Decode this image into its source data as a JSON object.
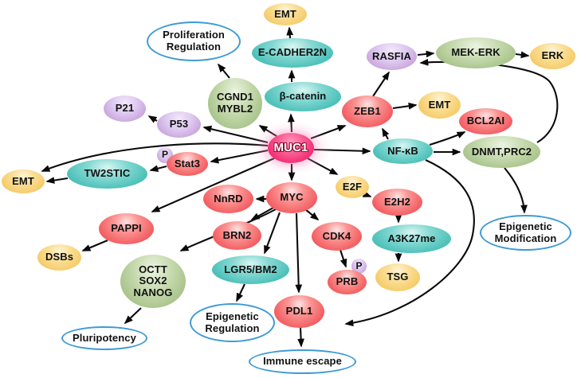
{
  "palette": {
    "node_red": "#f35f63",
    "node_teal": "#46beb6",
    "node_yellow": "#f4c964",
    "node_green": "#a4c086",
    "node_purple": "#c7a0da",
    "muc1_pink": "#f22b72",
    "outcome_border_blue": "#3e9bd4",
    "arrow_black": "#0a0a0a"
  },
  "nodes": [
    {
      "id": "emt-top",
      "label": "EMT",
      "kind": "yellow"
    },
    {
      "id": "e-cadher2n",
      "label": "E-CADHER2N",
      "kind": "teal"
    },
    {
      "id": "rasfia",
      "label": "RASFIA",
      "kind": "purple"
    },
    {
      "id": "mek-erk",
      "label": "MEK-ERK",
      "kind": "green"
    },
    {
      "id": "erk",
      "label": "ERK",
      "kind": "yellow"
    },
    {
      "id": "proliferation-regulation",
      "label": "Proliferation\nRegulation",
      "kind": "outcome"
    },
    {
      "id": "cgnd1-mybl2",
      "label": "CGND1\nMYBL2",
      "kind": "green"
    },
    {
      "id": "beta-catenin",
      "label": "β-catenin",
      "kind": "teal"
    },
    {
      "id": "zeb1",
      "label": "ZEB1",
      "kind": "red"
    },
    {
      "id": "emt-right",
      "label": "EMT",
      "kind": "yellow"
    },
    {
      "id": "bcl2ai",
      "label": "BCL2AI",
      "kind": "red"
    },
    {
      "id": "p21",
      "label": "P21",
      "kind": "purple"
    },
    {
      "id": "p53",
      "label": "P53",
      "kind": "purple"
    },
    {
      "id": "muc1",
      "label": "MUC1",
      "kind": "muc1"
    },
    {
      "id": "nf-kb",
      "label": "NF-κB",
      "kind": "teal"
    },
    {
      "id": "dnmt-prc2",
      "label": "DNMT,PRC2",
      "kind": "green"
    },
    {
      "id": "p-stat3",
      "label": "P",
      "kind": "purple"
    },
    {
      "id": "stat3",
      "label": "Stat3",
      "kind": "red"
    },
    {
      "id": "tw2stic",
      "label": "TW2STIC",
      "kind": "teal"
    },
    {
      "id": "emt-left",
      "label": "EMT",
      "kind": "yellow"
    },
    {
      "id": "nnrd",
      "label": "NnRD",
      "kind": "red"
    },
    {
      "id": "myc",
      "label": "MYC",
      "kind": "red"
    },
    {
      "id": "e2f",
      "label": "E2F",
      "kind": "yellow"
    },
    {
      "id": "e2h2",
      "label": "E2H2",
      "kind": "red"
    },
    {
      "id": "pappi",
      "label": "PAPPI",
      "kind": "red"
    },
    {
      "id": "dsbs",
      "label": "DSBs",
      "kind": "yellow"
    },
    {
      "id": "brn2",
      "label": "BRN2",
      "kind": "red"
    },
    {
      "id": "cdk4",
      "label": "CDK4",
      "kind": "red"
    },
    {
      "id": "a3k27me",
      "label": "A3K27me",
      "kind": "teal"
    },
    {
      "id": "p-prb",
      "label": "P",
      "kind": "purple"
    },
    {
      "id": "prb",
      "label": "PRB",
      "kind": "red"
    },
    {
      "id": "tsg",
      "label": "TSG",
      "kind": "yellow"
    },
    {
      "id": "octt-sox2-nanog",
      "label": "OCTT\nSOX2\nNANOG",
      "kind": "green"
    },
    {
      "id": "lgr5-bm2",
      "label": "LGR5/BM2",
      "kind": "teal"
    },
    {
      "id": "epigenetic-regulation",
      "label": "Epigenetic\nRegulation",
      "kind": "outcome"
    },
    {
      "id": "pdl1",
      "label": "PDL1",
      "kind": "red"
    },
    {
      "id": "pluripotency",
      "label": "Pluripotency",
      "kind": "outcome"
    },
    {
      "id": "immune-escape",
      "label": "Immune escape",
      "kind": "outcome"
    },
    {
      "id": "epigenetic-modification",
      "label": "Epigenetic\nModification",
      "kind": "outcome"
    }
  ],
  "edges": [
    {
      "from": "muc1",
      "to": "cgnd1-mybl2"
    },
    {
      "from": "muc1",
      "to": "beta-catenin"
    },
    {
      "from": "beta-catenin",
      "to": "e-cadher2n"
    },
    {
      "from": "e-cadher2n",
      "to": "emt-top"
    },
    {
      "from": "muc1",
      "to": "zeb1"
    },
    {
      "from": "muc1",
      "to": "nf-kb"
    },
    {
      "from": "muc1",
      "to": "e2f"
    },
    {
      "from": "muc1",
      "to": "myc"
    },
    {
      "from": "muc1",
      "to": "p53"
    },
    {
      "from": "muc1",
      "to": "stat3"
    },
    {
      "from": "muc1",
      "to": "emt-left"
    },
    {
      "from": "muc1",
      "to": "pappi"
    },
    {
      "from": "p53",
      "to": "p21"
    },
    {
      "from": "stat3",
      "to": "tw2stic"
    },
    {
      "from": "tw2stic",
      "to": "emt-left"
    },
    {
      "from": "cgnd1-mybl2",
      "to": "proliferation-regulation"
    },
    {
      "from": "zeb1",
      "to": "emt-right"
    },
    {
      "from": "zeb1",
      "to": "rasfia"
    },
    {
      "from": "rasfia",
      "to": "mek-erk"
    },
    {
      "from": "mek-erk",
      "to": "erk"
    },
    {
      "from": "nf-kb",
      "to": "zeb1"
    },
    {
      "from": "nf-kb",
      "to": "bcl2ai"
    },
    {
      "from": "nf-kb",
      "to": "dnmt-prc2"
    },
    {
      "from": "dnmt-prc2",
      "to": "rasfia"
    },
    {
      "from": "dnmt-prc2",
      "to": "epigenetic-modification"
    },
    {
      "from": "nf-kb",
      "to": "pdl1"
    },
    {
      "from": "e2f",
      "to": "e2h2"
    },
    {
      "from": "myc",
      "to": "nnrd"
    },
    {
      "from": "myc",
      "to": "brn2"
    },
    {
      "from": "myc",
      "to": "lgr5-bm2"
    },
    {
      "from": "myc",
      "to": "cdk4"
    },
    {
      "from": "myc",
      "to": "pdl1"
    },
    {
      "from": "myc",
      "to": "octt-sox2-nanog"
    },
    {
      "from": "cdk4",
      "to": "prb"
    },
    {
      "from": "e2h2",
      "to": "a3k27me"
    },
    {
      "from": "a3k27me",
      "to": "tsg"
    },
    {
      "from": "lgr5-bm2",
      "to": "epigenetic-regulation"
    },
    {
      "from": "pdl1",
      "to": "immune-escape"
    },
    {
      "from": "octt-sox2-nanog",
      "to": "pluripotency"
    },
    {
      "from": "pappi",
      "to": "dsbs"
    }
  ]
}
